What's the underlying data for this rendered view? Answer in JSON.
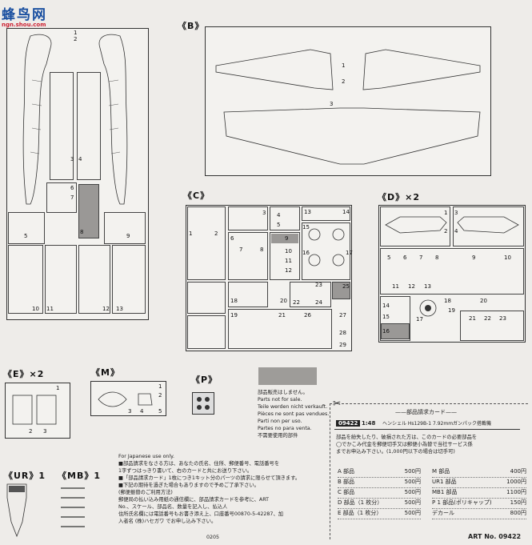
{
  "watermark": {
    "brand": "蜂鸟网",
    "site": "ngn.shou.com"
  },
  "sprue_labels": {
    "B": "《B》",
    "C": "《C》",
    "D": "《D》×2",
    "E": "《E》×2",
    "M": "《M》",
    "P": "《P》",
    "UR": "《UR》1",
    "MB": "《MB》1"
  },
  "partsA": {
    "n1": "1",
    "n2": "2",
    "n3": "3",
    "n4": "4",
    "n5": "5",
    "n6": "6",
    "n7": "7",
    "n8": "8",
    "n9": "9",
    "n10": "10",
    "n11": "11",
    "n12": "12",
    "n13": "13"
  },
  "partsB": {
    "n1": "1",
    "n2": "2",
    "n3": "3"
  },
  "partsC": {
    "n1": "1",
    "n2": "2",
    "n3": "3",
    "n4": "4",
    "n5": "5",
    "n6": "6",
    "n7": "7",
    "n8": "8",
    "n9": "9",
    "n10": "10",
    "n11": "11",
    "n12": "12",
    "n13": "13",
    "n14": "14",
    "n15": "15",
    "n16": "16",
    "n17": "17",
    "n18": "18",
    "n19": "19",
    "n20": "20",
    "n21": "21",
    "n22": "22",
    "n23": "23",
    "n24": "24",
    "n25": "25",
    "n26": "26",
    "n27": "27",
    "n28": "28",
    "n29": "29"
  },
  "partsD": {
    "n1": "1",
    "n2": "2",
    "n3": "3",
    "n4": "4",
    "n5": "5",
    "n6": "6",
    "n7": "7",
    "n8": "8",
    "n9": "9",
    "n10": "10",
    "n11": "11",
    "n12": "12",
    "n13": "13",
    "n14": "14",
    "n15": "15",
    "n16": "16",
    "n17": "17",
    "n18": "18",
    "n19": "19",
    "n20": "20",
    "n21": "21",
    "n22": "22",
    "n23": "23"
  },
  "partsE": {
    "n1": "1",
    "n2": "2",
    "n3": "3"
  },
  "partsM": {
    "n1": "1",
    "n2": "2",
    "n3": "3",
    "n4": "4",
    "n5": "5"
  },
  "not_for_sale": [
    "部品販売はしません。",
    "Parts not for sale.",
    "Teile werden nicht verkauft.",
    "Pièces ne sont pas vendues.",
    "Parti non per uso.",
    "Partes no para venta.",
    "不需要使用的部件"
  ],
  "japanese_notes": [
    "For Japanese use only.",
    "■部品請求をなさる方は、あなたの氏名、住所、郵便番号、電話番号を",
    "  1字ずつはっきり書いて、右のカードと共にお送り下さい。",
    "■「部品請求カード」1枚につき1キット分のパーツの請求に限らせて頂きます。",
    "■下記の期待を過ぎた場合もありますので予めご了承下さい。",
    "  (郵便振替のご利用方法)",
    "郵便局の払い込み用紙の通信欄に、部品請求カードを参考に、ART",
    "No.、スケール、部品名、数量を記入し、払込人",
    "住所氏名欄には電話番号もお書き添え上、口座番号00870-5-42287、加",
    "入者名 (株)ハセガワ でお申し込み下さい。"
  ],
  "footer_code": "0205",
  "card": {
    "header": "——部品請求カード——",
    "art": "09422",
    "scale": "1:48",
    "product": "ヘンシェル Hs129B-1 7.92mmガンパック搭載機",
    "intro": [
      "部品を紛失したり、破損された方は、このカードの必要部品を",
      "◯でかこみ代金を郵便切手又は郵便小為替で当社サービス係",
      "までお申込み下さい。(1,000円以下の場合は切手可)"
    ],
    "prices_left": [
      {
        "part": "A 部品",
        "price": "500円"
      },
      {
        "part": "B 部品",
        "price": "500円"
      },
      {
        "part": "C 部品",
        "price": "500円"
      },
      {
        "part": "D 部品（1 枚分）",
        "price": "500円"
      },
      {
        "part": "E 部品（1 枚分）",
        "price": "500円"
      }
    ],
    "prices_right": [
      {
        "part": "M 部品",
        "price": "400円"
      },
      {
        "part": "UR1 部品",
        "price": "1000円"
      },
      {
        "part": "MB1 部品",
        "price": "1100円"
      },
      {
        "part": "P 1 部品(ポリキャップ)",
        "price": "150円"
      },
      {
        "part": "デカール",
        "price": "800円"
      }
    ],
    "art_label": "ART No. 09422"
  }
}
